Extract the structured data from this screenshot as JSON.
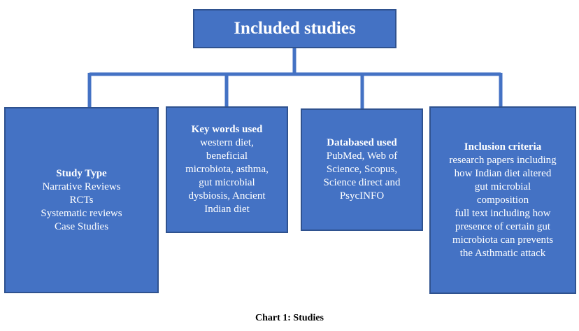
{
  "root": {
    "title": "Included studies"
  },
  "boxes": [
    {
      "heading": "Study Type",
      "lines": [
        "Narrative Reviews",
        "RCTs",
        "Systematic reviews",
        "Case Studies"
      ]
    },
    {
      "heading": "Key words used",
      "lines": [
        "western diet,",
        "beneficial",
        "microbiota, asthma,",
        "gut microbial",
        "dysbiosis, Ancient",
        "Indian diet"
      ]
    },
    {
      "heading": "Databased used",
      "lines": [
        "PubMed, Web of",
        "Science, Scopus,",
        "Science direct and",
        "PsycINFO"
      ]
    },
    {
      "heading": "Inclusion criteria",
      "lines": [
        "research papers including",
        "how Indian diet altered",
        "gut microbial",
        "composition",
        "full text including how",
        "presence of certain gut",
        "microbiota can prevents",
        "the Asthmatic attack"
      ]
    }
  ],
  "caption": "Chart 1: Studies",
  "colors": {
    "box_fill": "#4472C4",
    "box_border": "#2F528F",
    "text": "#FFFFFF"
  }
}
